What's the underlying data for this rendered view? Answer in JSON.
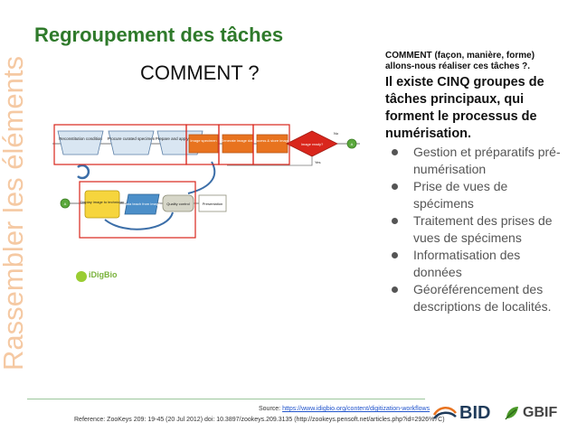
{
  "side_title": "Rassembler les éléments",
  "title": "Regroupement des tâches",
  "subtitle": "COMMENT ?",
  "right": {
    "intro": "COMMENT (façon, manière, forme) allons-nous réaliser ces tâches ?.",
    "heading": "Il existe CINQ groupes de tâches principaux, qui forment le processus de numérisation.",
    "items": [
      "Gestion et préparatifs pré-numérisation",
      "Prise de vues de spécimens",
      "Traitement des prises de vues de spécimens",
      "Informatisation des données",
      "Géoréférencement des descriptions de localités."
    ]
  },
  "diagram": {
    "boxes": [
      "Reconstitution condition",
      "Procure curated specimen",
      "Prepare and apply barcode",
      "Image specimen",
      "Generate image data",
      "Process & store images",
      "Image ready?",
      "Display image to technician",
      "Data teach from image",
      "Quality control",
      "Presentation"
    ],
    "labels": {
      "no": "No",
      "yes": "Yes",
      "terminal": "A"
    }
  },
  "logo_text": "iDigBio",
  "source": {
    "prefix": "Source: ",
    "url": "https://www.idigbio.org/content/digitization-workflows"
  },
  "reference": "Reference: ZooKeys 209: 19-45 (20 Jul 2012) doi: 10.3897/zookeys.209.3135 (http://zookeys.pensoft.net/articles.php?id=2926%7C)",
  "logos": {
    "bid": "BID",
    "gbif": "GBIF"
  },
  "colors": {
    "title": "#2f7a2b",
    "side_title": "#f5c9a3",
    "highlight": "#d9261c",
    "accent_orange": "#e8731f"
  }
}
